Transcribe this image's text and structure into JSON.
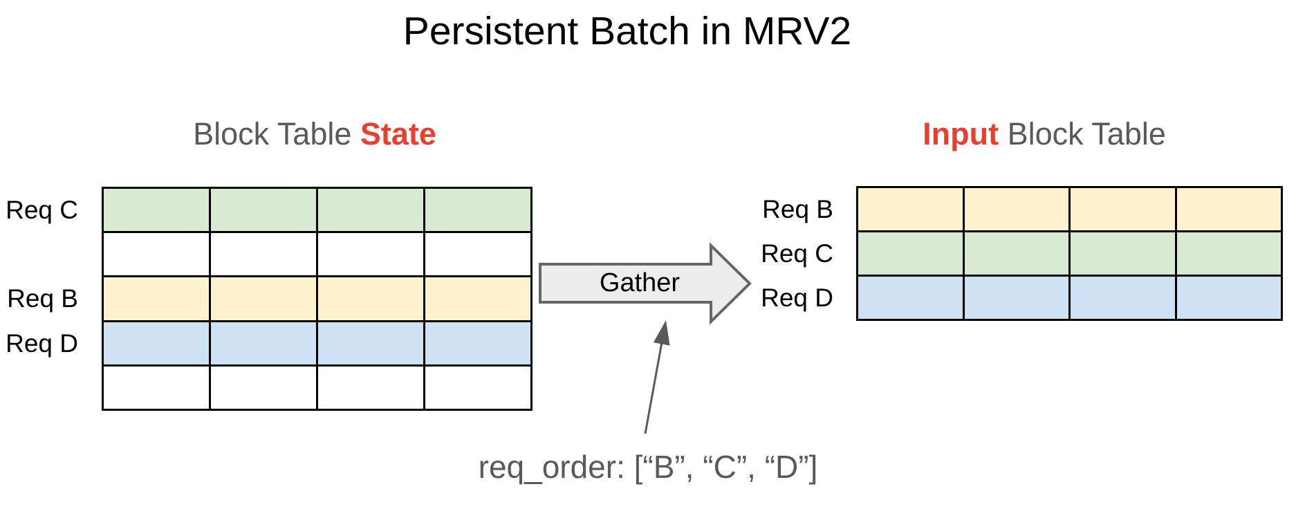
{
  "title": "Persistent Batch in MRV2",
  "left_section": {
    "heading_gray": "Block Table ",
    "heading_red": "State",
    "columns": 4,
    "rows": [
      {
        "label": "Req C",
        "fill": "green"
      },
      {
        "label": "",
        "fill": "white"
      },
      {
        "label": "Req B",
        "fill": "yellow"
      },
      {
        "label": "Req D",
        "fill": "blue"
      },
      {
        "label": "",
        "fill": "white"
      }
    ]
  },
  "right_section": {
    "heading_red": "Input",
    "heading_gray": " Block Table",
    "columns": 4,
    "rows": [
      {
        "label": "Req B",
        "fill": "yellow"
      },
      {
        "label": "Req C",
        "fill": "green"
      },
      {
        "label": "Req D",
        "fill": "blue"
      }
    ]
  },
  "gather_arrow": {
    "label": "Gather"
  },
  "annotation": {
    "label": "req_order: [“B”, “C”, “D”]"
  },
  "palette": {
    "green": "#d9ead3",
    "yellow": "#fff2cc",
    "blue": "#cfe2f3",
    "white": "#ffffff",
    "red": "#e8402c",
    "gray_text": "#595959",
    "arrow_fill": "#ededed",
    "arrow_border": "#666666",
    "grid_line": "#000000"
  }
}
